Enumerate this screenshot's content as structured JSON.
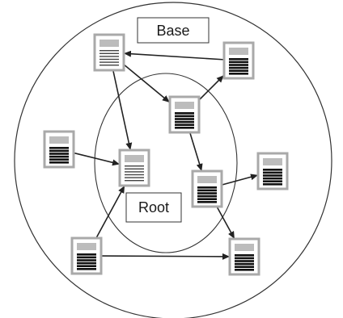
{
  "labels": {
    "base": "Base",
    "root": "Root"
  },
  "nodes": [
    {
      "id": "n1",
      "style": "light"
    },
    {
      "id": "n2",
      "style": "dark"
    },
    {
      "id": "n3",
      "style": "dark"
    },
    {
      "id": "n4",
      "style": "dark"
    },
    {
      "id": "n5",
      "style": "light"
    },
    {
      "id": "n6",
      "style": "dark"
    },
    {
      "id": "n7",
      "style": "dark"
    },
    {
      "id": "n8",
      "style": "dark"
    },
    {
      "id": "n9",
      "style": "dark"
    }
  ],
  "edges": [
    {
      "from": "n2",
      "to": "n1"
    },
    {
      "from": "n1",
      "to": "n3"
    },
    {
      "from": "n3",
      "to": "n2"
    },
    {
      "from": "n1",
      "to": "n5"
    },
    {
      "from": "n4",
      "to": "n5"
    },
    {
      "from": "n3",
      "to": "n6"
    },
    {
      "from": "n6",
      "to": "n7"
    },
    {
      "from": "n6",
      "to": "n8"
    },
    {
      "from": "n9",
      "to": "n5"
    },
    {
      "from": "n9",
      "to": "n8"
    }
  ],
  "colors": {
    "line": "#222222",
    "icon_frame": "#a9a9a9",
    "icon_header": "#bcbcbc",
    "icon_dark_lines": "#111111",
    "icon_light_lines": "#444444"
  }
}
